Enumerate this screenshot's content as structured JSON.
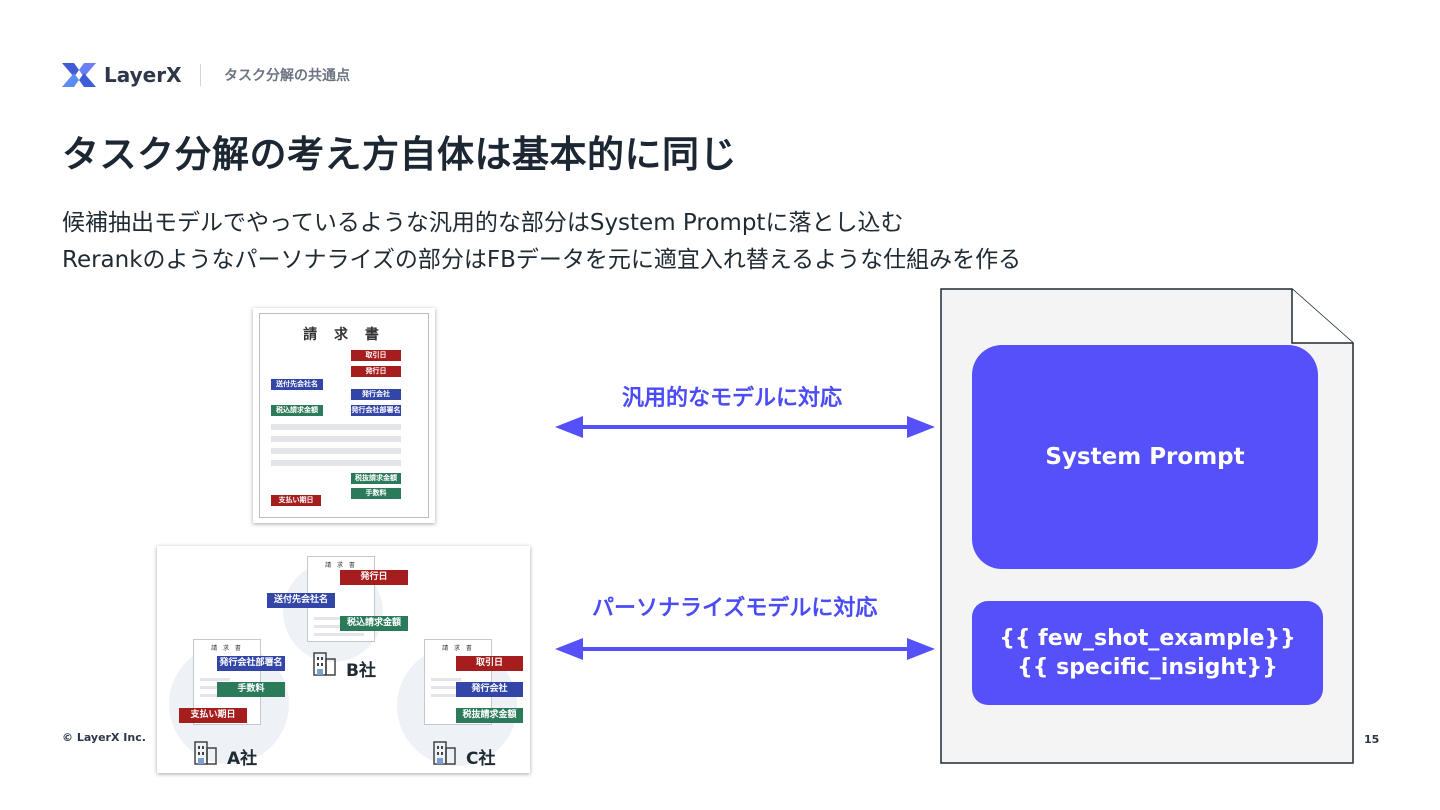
{
  "header": {
    "logo_text": "LayerX",
    "section": "タスク分解の共通点"
  },
  "title": "タスク分解の考え方自体は基本的に同じ",
  "subtitle_lines": [
    "候補抽出モデルでやっているような汎用的な部分はSystem Promptに落とし込む",
    "Rerankのようなパーソナライズの部分はFBデータを元に適宜入れ替えるような仕組みを作る"
  ],
  "invoice": {
    "title": "請 求 書",
    "tags": {
      "torihikibi": "取引日",
      "hakkobi": "発行日",
      "sofusaki": "送付先会社名",
      "hakkokaisha": "発行会社",
      "zeikomi": "税込請求金額",
      "busho": "発行会社部署名",
      "zeinuki": "税抜請求金額",
      "tesuryo": "手数料",
      "shiharai": "支払い期日"
    }
  },
  "companies": {
    "a": "A社",
    "b": "B社",
    "c": "C社",
    "mini_title": "請 求 書",
    "b_tags": {
      "hakkobi": "発行日",
      "sofusaki": "送付先会社名",
      "zeikomi": "税込請求金額"
    },
    "a_tags": {
      "busho": "発行会社部署名",
      "tesuryo": "手数料",
      "shiharai": "支払い期日"
    },
    "c_tags": {
      "torihikibi": "取引日",
      "hakkokaisha": "発行会社",
      "zeinuki": "税抜請求金額"
    }
  },
  "arrows": {
    "generic_label": "汎用的なモデルに対応",
    "personalize_label": "パーソナライズモデルに対応"
  },
  "document": {
    "system_prompt": "System Prompt",
    "placeholder_1": "{{ few_shot_example}}",
    "placeholder_2": "{{ specific_insight}}"
  },
  "footer": {
    "copyright": "© LayerX Inc.",
    "page_number": "15"
  },
  "colors": {
    "accent": "#5550fa",
    "tag_red": "#a51d1d",
    "tag_blue": "#3346a8",
    "tag_green": "#2b7b5b"
  }
}
